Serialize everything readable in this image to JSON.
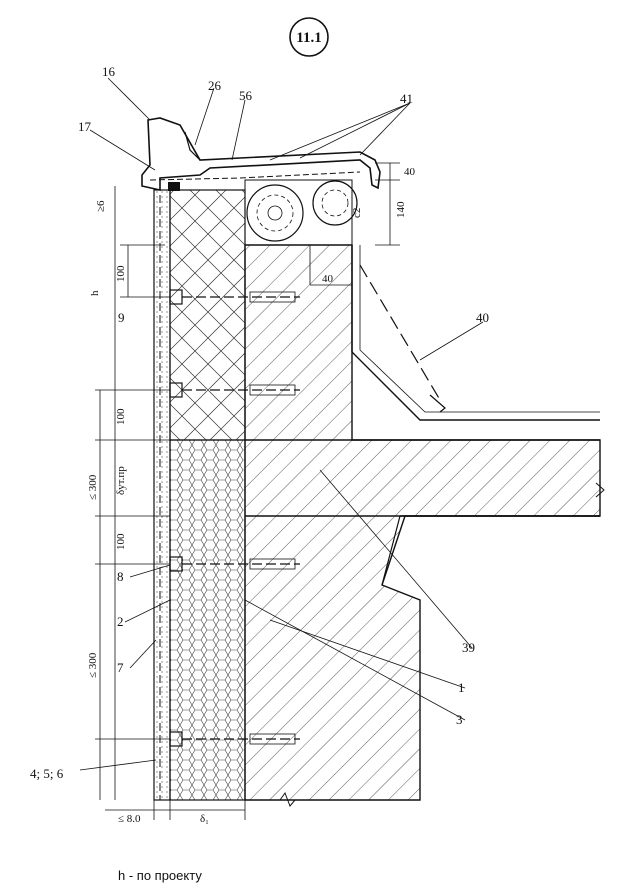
{
  "title": "11.1",
  "callouts": {
    "c16": "16",
    "c26": "26",
    "c56": "56",
    "c41": "41",
    "c17": "17",
    "c40a": "40",
    "c40b": "40",
    "c9": "9",
    "c8": "8",
    "c2": "2",
    "c7": "7",
    "c4": "4; 5; 6",
    "c39": "39",
    "c1": "1",
    "c3": "3"
  },
  "dimensions": {
    "d40": "40",
    "d140": "140",
    "d_ge6": "≥6",
    "d_h": "h",
    "d100a": "100",
    "d100b": "100",
    "d100c": "100",
    "d300a": "≤ 300",
    "d300b": "≤ 300",
    "d_delta_ut": "δут.пр",
    "d_le8": "≤ 8.0",
    "d_delta_1": "δ₁",
    "d_c2": "c2"
  },
  "footnote": "h - по проекту"
}
